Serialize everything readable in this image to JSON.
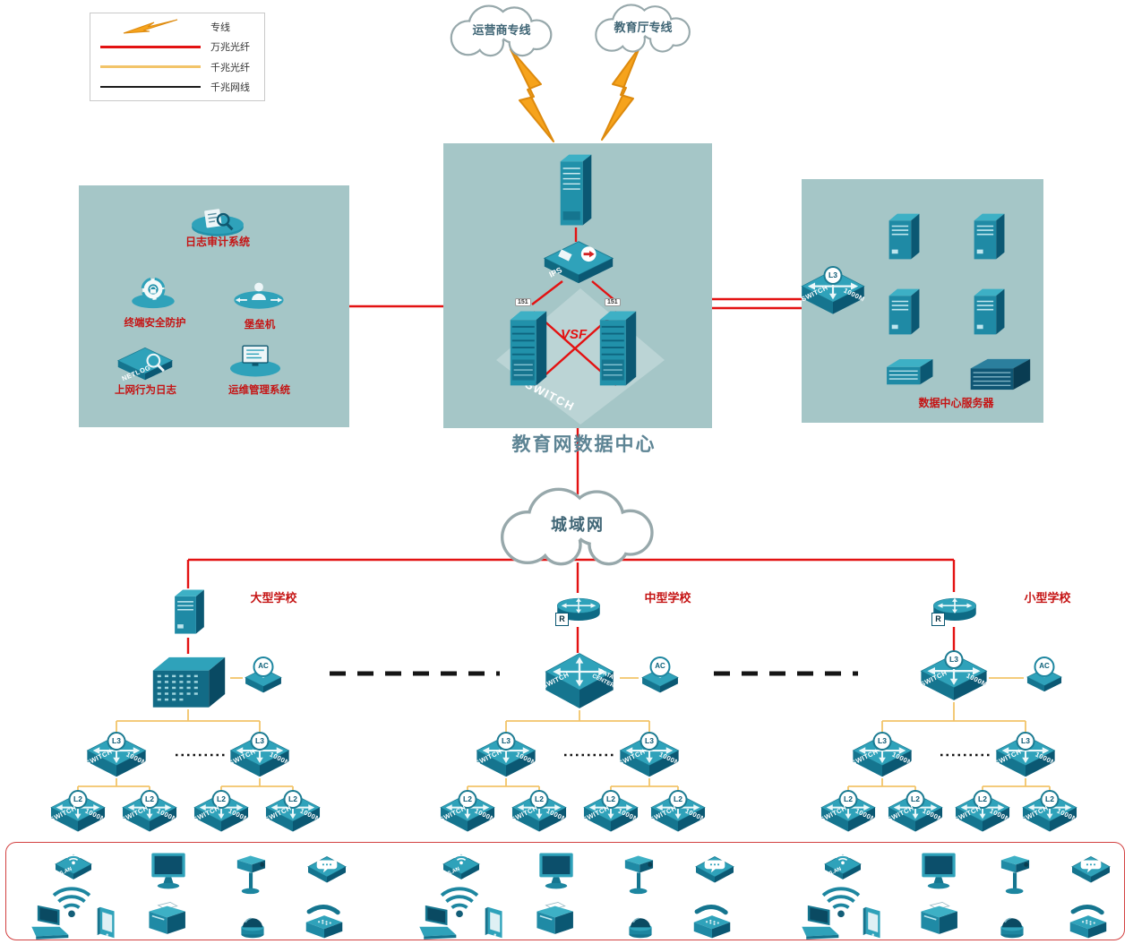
{
  "legend": {
    "items": [
      {
        "label": "专线",
        "kind": "lightning",
        "color": "#f6a31c"
      },
      {
        "label": "万兆光纤",
        "kind": "line",
        "color": "#e31212"
      },
      {
        "label": "千兆光纤",
        "kind": "line",
        "color": "#f2c469"
      },
      {
        "label": "千兆网线",
        "kind": "line",
        "color": "#1a1a1a"
      }
    ]
  },
  "clouds": {
    "carrier": "运营商专线",
    "education": "教育厅专线",
    "man": "城域网"
  },
  "datacenter": {
    "title": "教育网数据中心",
    "vsf": "VSF",
    "ips": "IPS",
    "switch_word": "SWITCH",
    "server_flag": "151"
  },
  "security_zone": {
    "audit": "日志审计系统",
    "terminal": "终端安全防护",
    "bastion": "堡垒机",
    "netlog": "上网行为日志",
    "netlog_device": "NETLOG",
    "om": "运维管理系统"
  },
  "server_zone": {
    "label": "数据中心服务器"
  },
  "device_labels": {
    "switch": "SWITCH",
    "speed": "1000M",
    "l3": "L3",
    "l2": "L2",
    "ac": "AC",
    "router": "R",
    "wlan": "WLAN",
    "data_center": "DATA CENTER"
  },
  "schools": [
    {
      "name": "大型学校"
    },
    {
      "name": "中型学校"
    },
    {
      "name": "小型学校"
    }
  ]
}
